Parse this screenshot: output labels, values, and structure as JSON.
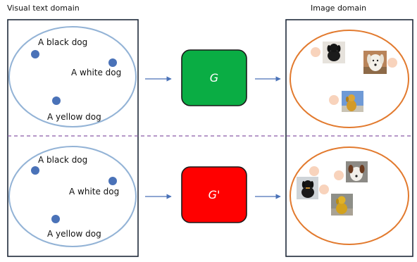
{
  "headers": {
    "left": "Visual text domain",
    "right": "Image domain"
  },
  "top": {
    "labels": [
      "A black dog",
      "A white dog",
      "A yellow dog"
    ],
    "generator": "G",
    "generator_color": "#0aad44",
    "images": [
      "black dog photo",
      "white dog photo",
      "yellow dog photo"
    ]
  },
  "bottom": {
    "labels": [
      "A black dog",
      "A white dog",
      "A yellow dog"
    ],
    "generator": "G'",
    "generator_color": "#ff0000",
    "images": [
      "black dog photo",
      "white-brown dog photo",
      "yellow dog photo"
    ]
  },
  "colors": {
    "text_ellipse": "#93b3d6",
    "text_point": "#4a72b8",
    "image_ellipse": "#e27a2e",
    "image_point": "#f8d3bc",
    "divider": "#8b5aa8",
    "arrow": "#4a72b8",
    "frame": "#1f2a3a"
  }
}
